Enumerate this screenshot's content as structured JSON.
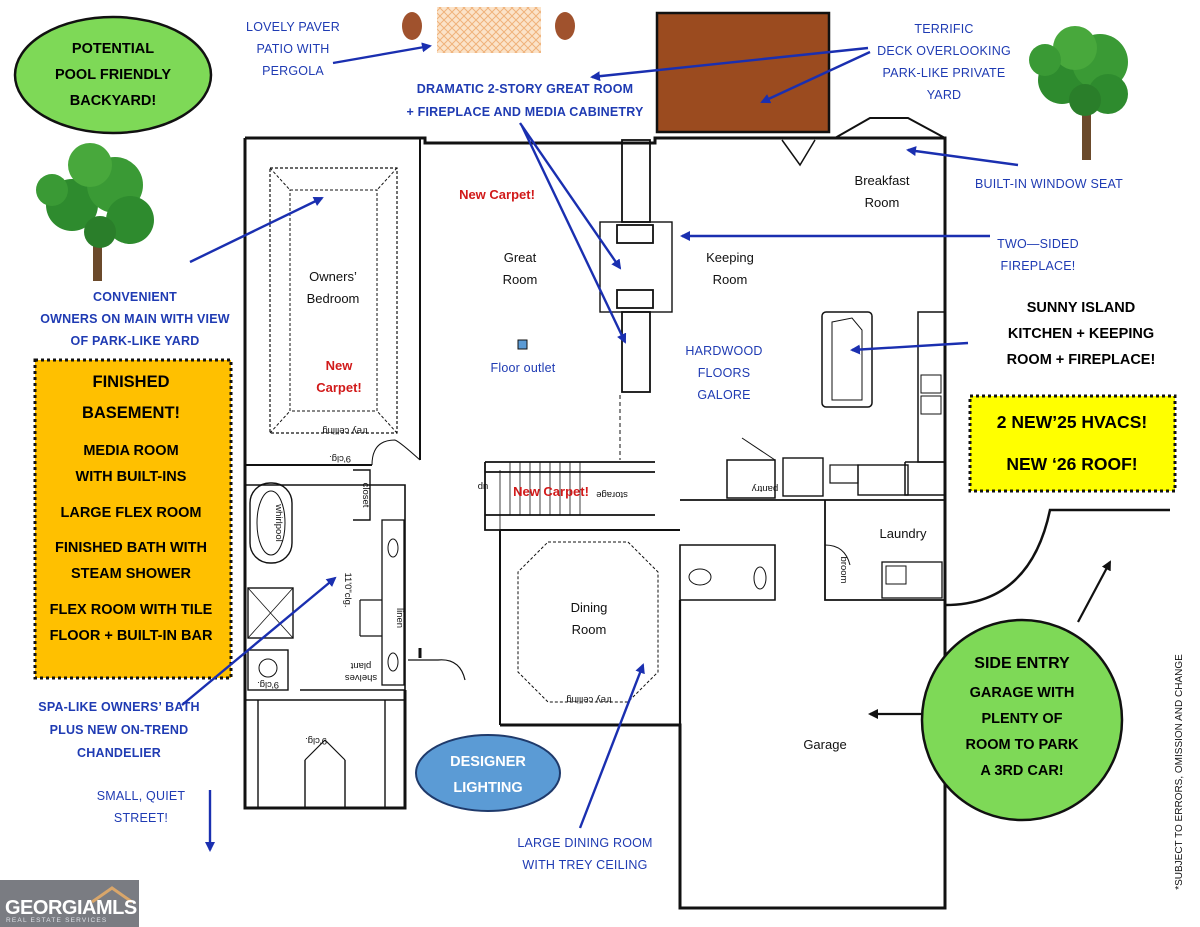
{
  "callouts": {
    "pool": [
      "POTENTIAL",
      "POOL FRIENDLY",
      "BACKYARD!"
    ],
    "patio": [
      "LOVELY PAVER",
      "PATIO WITH",
      "PERGOLA"
    ],
    "great_room": [
      "DRAMATIC 2-STORY GREAT ROOM",
      "+ FIREPLACE AND MEDIA CABINETRY"
    ],
    "deck": [
      "TERRIFIC",
      "DECK OVERLOOKING",
      "PARK-LIKE PRIVATE",
      "YARD"
    ],
    "window_seat": "BUILT-IN WINDOW SEAT",
    "fireplace": [
      "TWO—SIDED",
      "FIREPLACE!"
    ],
    "kitchen": [
      "SUNNY ISLAND",
      "KITCHEN + KEEPING",
      "ROOM + FIREPLACE!"
    ],
    "hvac": [
      "2 NEW’25 HVACS!",
      "NEW ‘26 ROOF!"
    ],
    "owners": [
      "CONVENIENT",
      "OWNERS ON MAIN WITH VIEW",
      "OF PARK-LIKE YARD"
    ],
    "basement": [
      "FINISHED",
      "BASEMENT!",
      "MEDIA ROOM",
      "WITH BUILT-INS",
      "LARGE FLEX ROOM",
      "FINISHED BATH WITH",
      "STEAM SHOWER",
      "FLEX ROOM WITH TILE",
      "FLOOR + BUILT-IN BAR"
    ],
    "bath": [
      "SPA-LIKE OWNERS’ BATH",
      "PLUS  NEW ON-TREND",
      "CHANDELIER"
    ],
    "street": [
      "SMALL, QUIET",
      "STREET!"
    ],
    "lighting": [
      "DESIGNER",
      "LIGHTING"
    ],
    "dining": [
      "LARGE DINING ROOM",
      "WITH TREY CEILING"
    ],
    "garage": [
      "SIDE ENTRY",
      "GARAGE WITH",
      "PLENTY OF",
      "ROOM TO PARK",
      "A 3RD CAR!"
    ],
    "hardwood": [
      "HARDWOOD",
      "FLOORS",
      "GALORE"
    ],
    "floor_outlet": "Floor outlet",
    "disclaimer": "*SUBJECT TO ERRORS, OMISSION AND CHANGE"
  },
  "rooms": {
    "breakfast": [
      "Breakfast",
      "Room"
    ],
    "great": [
      "Great",
      "Room"
    ],
    "keeping": [
      "Keeping",
      "Room"
    ],
    "owners_bedroom": [
      "Owners’",
      "Bedroom"
    ],
    "laundry": "Laundry",
    "dining": [
      "Dining",
      "Room"
    ],
    "garage": "Garage"
  },
  "red_labels": {
    "carpet_great": "New Carpet!",
    "carpet_owners": [
      "New",
      "Carpet!"
    ],
    "carpet_stairs": "New Carpet!"
  },
  "plan_notes": {
    "trey_owner": "trey ceiling",
    "trey_dining": "trey ceiling",
    "ceil_bed": "9'clg.",
    "ceil_bath": "11'0\"clg.",
    "ceil_wc": "9'clg.",
    "ceil_hall": "9'clg.",
    "plant": "plant",
    "shelves": "shelves",
    "whirl": "whirlpool",
    "linen": "linen",
    "up": "up",
    "pantry": "pantry",
    "closet": "closet",
    "broom": "broom",
    "storage": "storage"
  },
  "logo": {
    "main": "GEORGIAMLS",
    "sub": "REAL ESTATE SERVICES"
  },
  "colors": {
    "callout_blue": "#1f3bb3",
    "pool_green": "#7ed957",
    "basement_orange": "#ffc000",
    "hvac_yellow": "#ffff00",
    "lighting_blue": "#5b9bd5",
    "deck_brown": "#9b4b1f",
    "red_label": "#d11a1a"
  }
}
